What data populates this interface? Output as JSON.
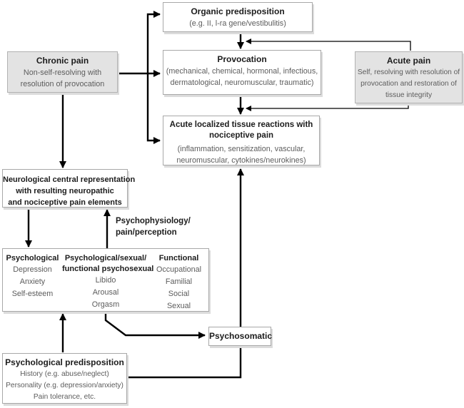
{
  "colors": {
    "box_gray_bg": "#e3e3e3",
    "box_white_bg": "#ffffff",
    "box_border": "#a8a8a8",
    "title_text": "#1c1c1c",
    "body_text": "#5c5c5c",
    "arrow": "#000000"
  },
  "boxes": {
    "organic": {
      "title": "Organic predisposition",
      "body": [
        "(e.g. II, l-ra gene/vestibulitis)"
      ]
    },
    "chronic": {
      "title": "Chronic pain",
      "body": [
        "Non-self-resolving with",
        "resolution of provocation"
      ]
    },
    "provocation": {
      "title": "Provocation",
      "body": [
        "(mechanical, chemical, hormonal, infectious,",
        "dermatological, neuromuscular, traumatic)"
      ]
    },
    "acute": {
      "title": "Acute pain",
      "body": [
        "Self, resolving with resolution of",
        "provocation and restoration of",
        "tissue integrity"
      ]
    },
    "tissue": {
      "title_line1": "Acute localized tissue reactions with",
      "title_line2": "nociceptive pain",
      "body": [
        "(inflammation, sensitization, vascular,",
        "neuromuscular, cytokines/neurokines)"
      ]
    },
    "neuro": {
      "title_lines": [
        "Neurological central representation",
        "with resulting neuropathic",
        "and nociceptive pain elements"
      ]
    },
    "psych_columns": {
      "col1": {
        "header": "Psychological",
        "items": [
          "Depression",
          "Anxiety",
          "Self-esteem"
        ]
      },
      "col2": {
        "header_line1": "Psychological/sexual/",
        "header_line2": "functional psychosexual",
        "items": [
          "Libido",
          "Arousal",
          "Orgasm"
        ]
      },
      "col3": {
        "header": "Functional",
        "items": [
          "Occupational",
          "Familial",
          "Social",
          "Sexual"
        ]
      }
    },
    "psychosomatic": {
      "title": "Psychosomatic"
    },
    "predisposition": {
      "title": "Psychological predisposition",
      "body": [
        "History (e.g. abuse/neglect)",
        "Personality (e.g. depression/anxiety)",
        "Pain tolerance, etc."
      ]
    }
  },
  "labels": {
    "psychophysiology_line1": "Psychophysiology/",
    "psychophysiology_line2": "pain/perception"
  },
  "connections": [
    {
      "from": "chronic-pain",
      "to": "organic-predisposition"
    },
    {
      "from": "chronic-pain",
      "to": "provocation"
    },
    {
      "from": "chronic-pain",
      "to": "acute-localized-tissue-reactions"
    },
    {
      "from": "chronic-pain",
      "to": "neurological-central-representation"
    },
    {
      "from": "organic-predisposition",
      "to": "provocation"
    },
    {
      "from": "acute-pain",
      "to": "provocation"
    },
    {
      "from": "acute-pain",
      "to": "acute-localized-tissue-reactions"
    },
    {
      "from": "provocation",
      "to": "acute-localized-tissue-reactions"
    },
    {
      "from": "neurological-central-representation",
      "to": "psychological-columns"
    },
    {
      "from": "psychological-columns",
      "to": "neurological-central-representation",
      "label": "Psychophysiology/pain/perception"
    },
    {
      "from": "psychological-columns",
      "to": "psychosomatic"
    },
    {
      "from": "psychological-predisposition",
      "to": "psychological-columns"
    },
    {
      "from": "psychological-predisposition",
      "to": "acute-localized-tissue-reactions"
    }
  ]
}
